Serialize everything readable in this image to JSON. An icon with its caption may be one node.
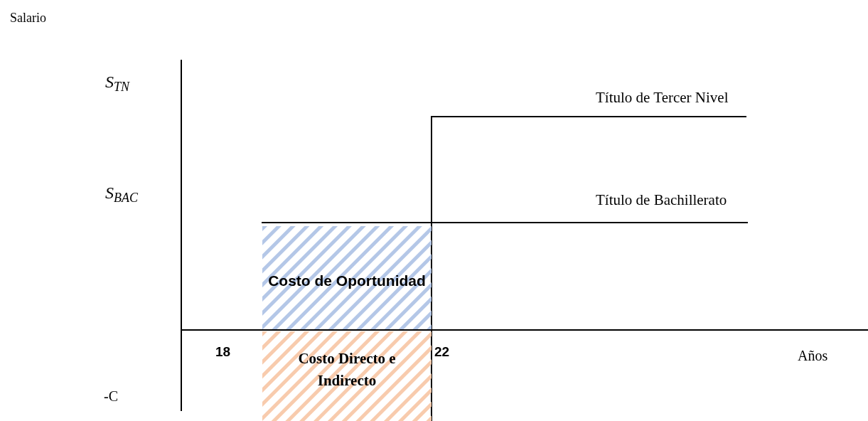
{
  "diagram": {
    "nodes": [
      {
        "text": [
          "Costo de Oportunidad"
        ]
      },
      {
        "text": [
          "Costo Directo e Indirecto"
        ]
      }
    ],
    "labels": [
      "Salario",
      "S$_{TN}$",
      "Título de Tercer Nivel",
      "S$_{BAC}$",
      "Título de Bachillerato",
      "18",
      "22",
      "Años",
      "-C"
    ]
  }
}
